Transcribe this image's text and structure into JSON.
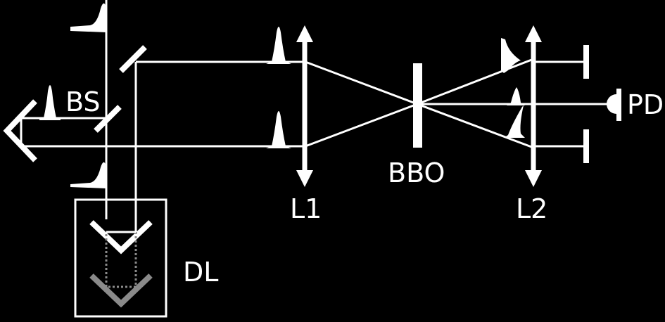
{
  "labels": {
    "bs": "BS",
    "l1": "L1",
    "bbo": "BBO",
    "l2": "L2",
    "pd": "PD",
    "dl": "DL"
  },
  "colors": {
    "background": "#000000",
    "beam": "#ffffff",
    "ghost": "#8a8a8a"
  }
}
